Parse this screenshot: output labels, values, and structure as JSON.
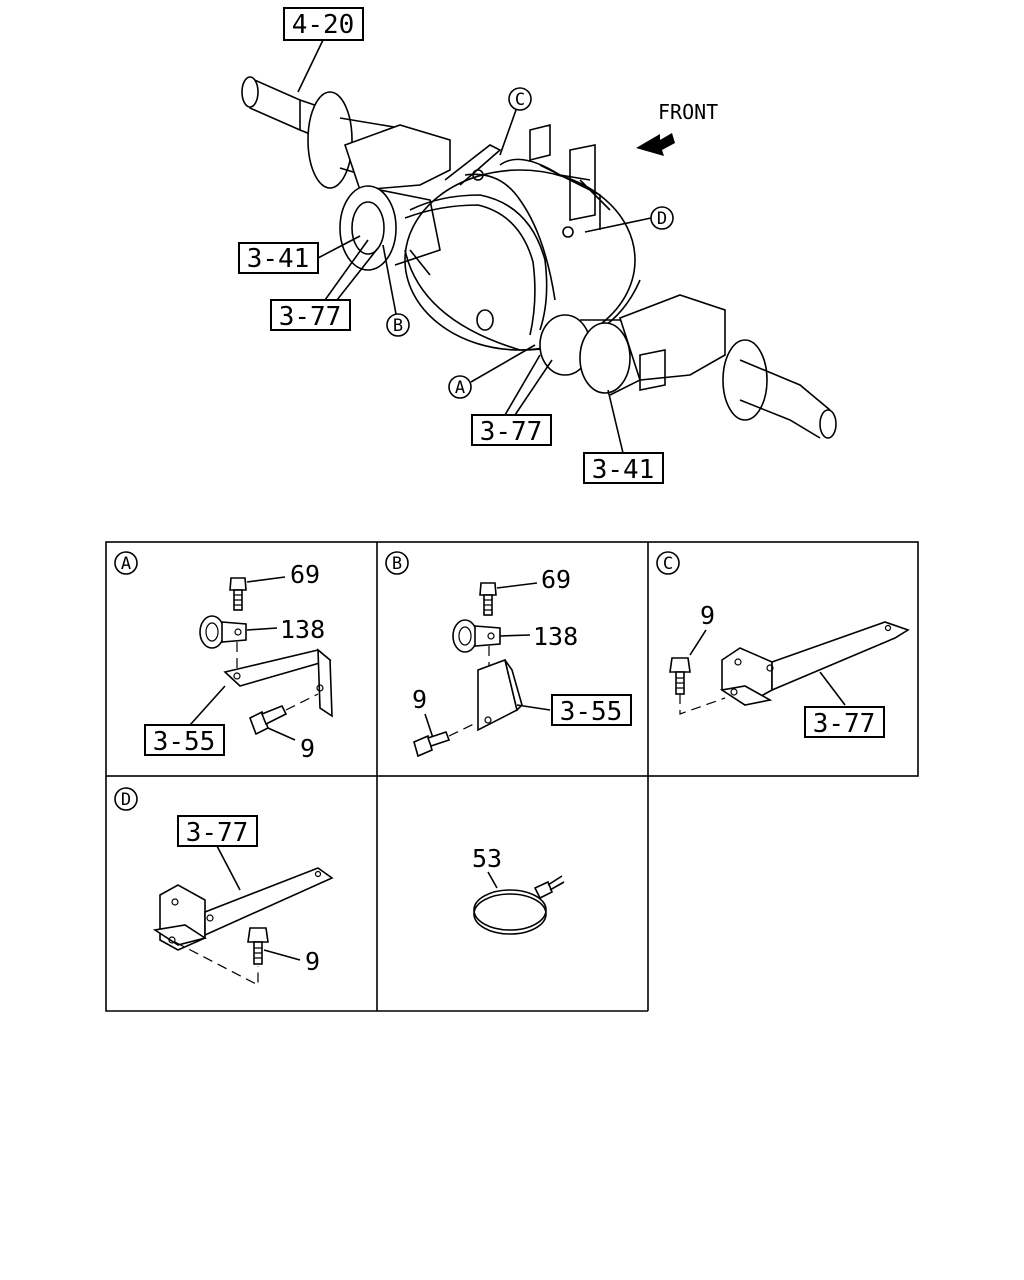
{
  "main_diagram": {
    "front_label": "FRONT",
    "refs": {
      "axle_ref": "4-20",
      "hose_left_ref": "3-41",
      "bracket_left_ref": "3-77",
      "bracket_right_ref": "3-77",
      "hose_right_ref": "3-41"
    },
    "callouts": {
      "a": "A",
      "b": "B",
      "c": "C",
      "d": "D"
    }
  },
  "details": {
    "a": {
      "letter": "A",
      "bolt_top": "69",
      "clip": "138",
      "bracket_ref": "3-55",
      "bolt_bottom": "9"
    },
    "b": {
      "letter": "B",
      "bolt_top": "69",
      "clip": "138",
      "bracket_ref": "3-55",
      "bolt_bottom": "9"
    },
    "c": {
      "letter": "C",
      "bolt": "9",
      "bracket_ref": "3-77"
    },
    "d": {
      "letter": "D",
      "bolt": "9",
      "bracket_ref": "3-77"
    },
    "e": {
      "clamp": "53"
    }
  }
}
